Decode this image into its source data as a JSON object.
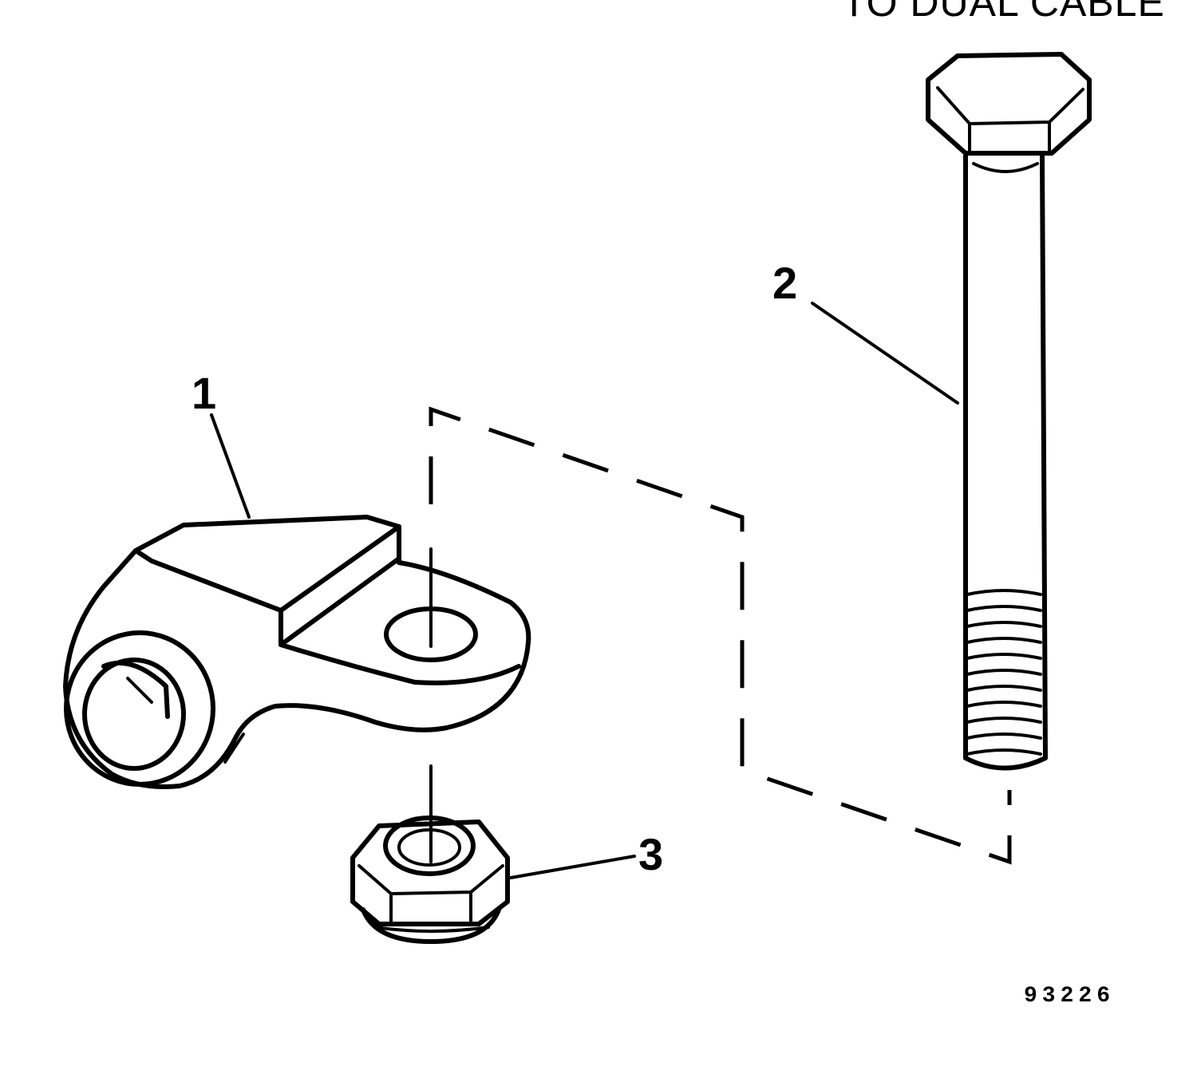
{
  "header_text": "TO DUAL CABLE",
  "callouts": [
    {
      "number": "1",
      "part": "bracket"
    },
    {
      "number": "2",
      "part": "bolt"
    },
    {
      "number": "3",
      "part": "locknut"
    }
  ],
  "figure_id": "93226"
}
